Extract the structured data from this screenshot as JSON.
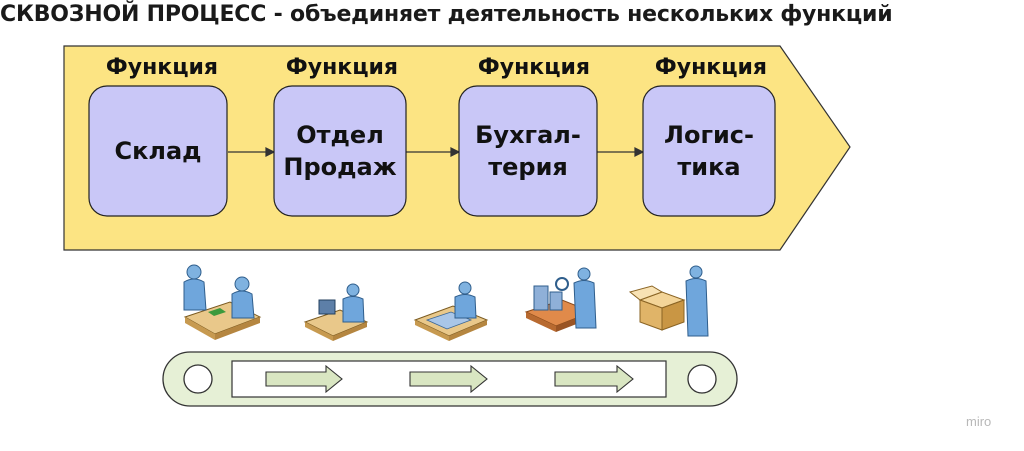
{
  "title": "СКВОЗНОЙ ПРОЦЕСС - объединяет деятельность нескольких функций",
  "colors": {
    "chevron_fill": "#fce483",
    "box_fill": "#c9c7f7",
    "box_stroke": "#222222",
    "belt_fill": "#e6f0d6",
    "watermark": "#b8b8b8"
  },
  "stages": [
    {
      "function_label": "Функция",
      "line1": "Склад",
      "line2": ""
    },
    {
      "function_label": "Функция",
      "line1": "Отдел",
      "line2": "Продаж"
    },
    {
      "function_label": "Функция",
      "line1": "Бухгал-",
      "line2": "терия"
    },
    {
      "function_label": "Функция",
      "line1": "Логис-",
      "line2": "тика"
    }
  ],
  "icons": [
    "meeting-people-icon",
    "office-worker-icon",
    "computer-keyboard-icon",
    "factory-worker-icon",
    "delivery-box-worker-icon"
  ],
  "watermark": "miro"
}
